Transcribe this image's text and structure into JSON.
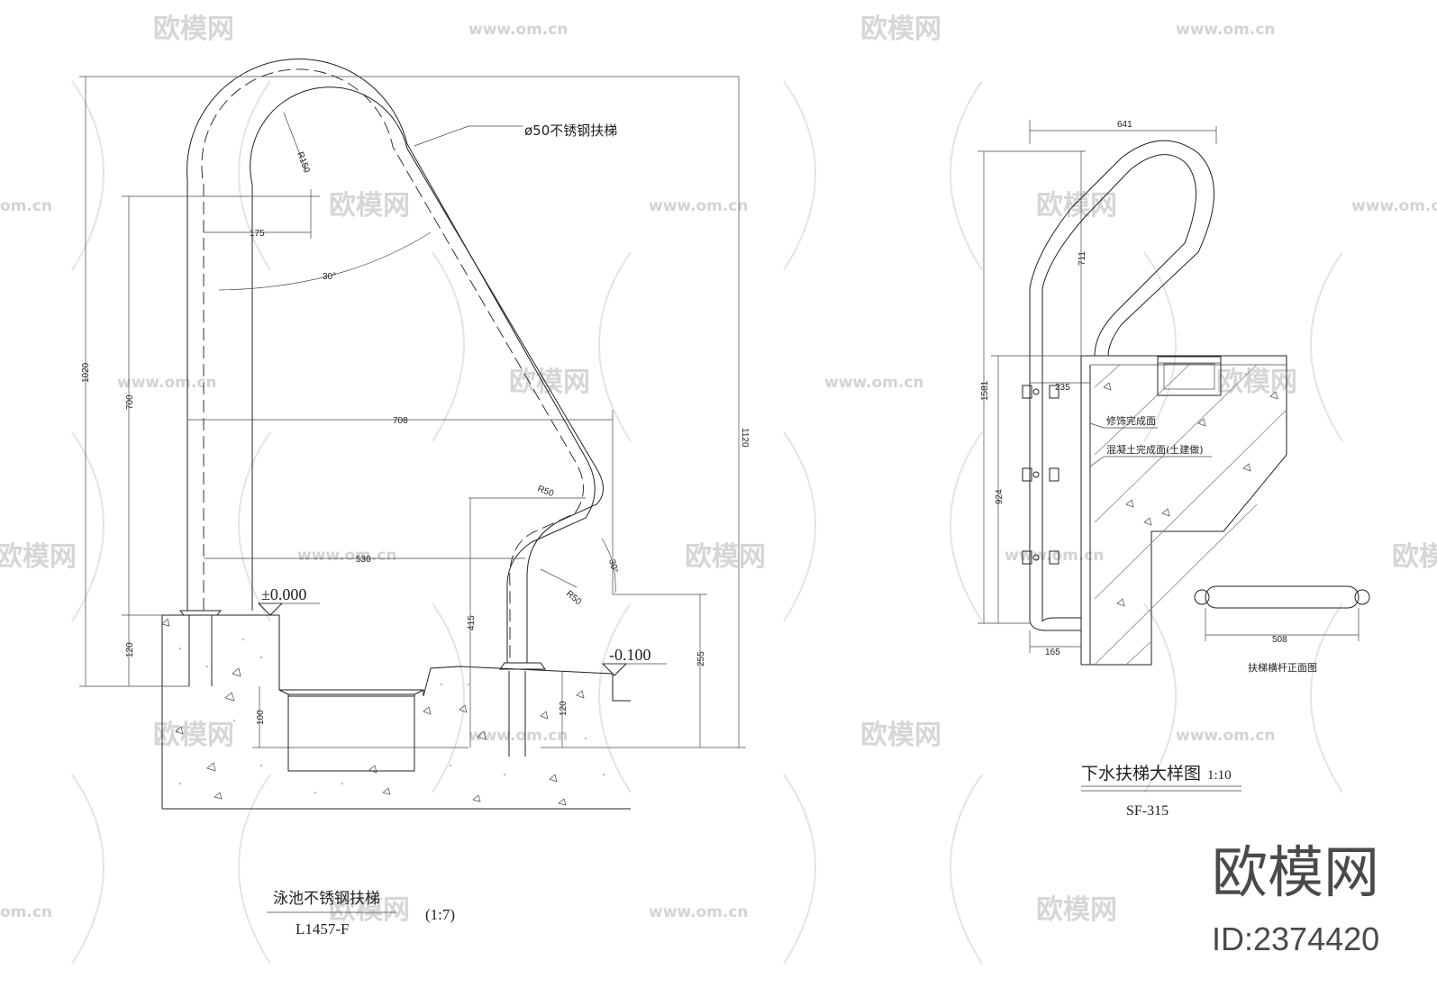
{
  "watermark": {
    "brand": "欧模网",
    "url": "www.om.cn",
    "url_short": "om.cn",
    "brand_partial": "欧模网"
  },
  "left_drawing": {
    "pipe_label": "ø50不锈钢扶梯",
    "dims": {
      "r150": "R150",
      "d175": "175",
      "angle30_top": "30°",
      "d700": "700",
      "d1020": "1020",
      "d1120": "1120",
      "d708": "708",
      "r50_upper": "R50",
      "d530": "530",
      "angle30_low": "30°",
      "r50_lower": "R50",
      "d415": "415",
      "d255": "255",
      "d120_left": "120",
      "d100": "100",
      "d120_right": "120"
    },
    "level_zero": "±0.000",
    "level_minus": "-0.100",
    "title": "泳池不锈钢扶梯",
    "code": "L1457-F",
    "scale": "(1:7)"
  },
  "right_drawing": {
    "dims": {
      "d641": "641",
      "d711": "711",
      "d1581": "1581",
      "d235": "235",
      "d924": "924",
      "d165": "165",
      "d508": "508"
    },
    "note_finish": "修饰完成面",
    "note_concrete": "混凝土完成面(土建做)",
    "rung_caption": "扶梯横杆正面图",
    "title": "下水扶梯大样图",
    "scale": "1:10",
    "code": "SF-315"
  },
  "logo": {
    "brand": "欧模网",
    "id": "ID:2374420"
  }
}
